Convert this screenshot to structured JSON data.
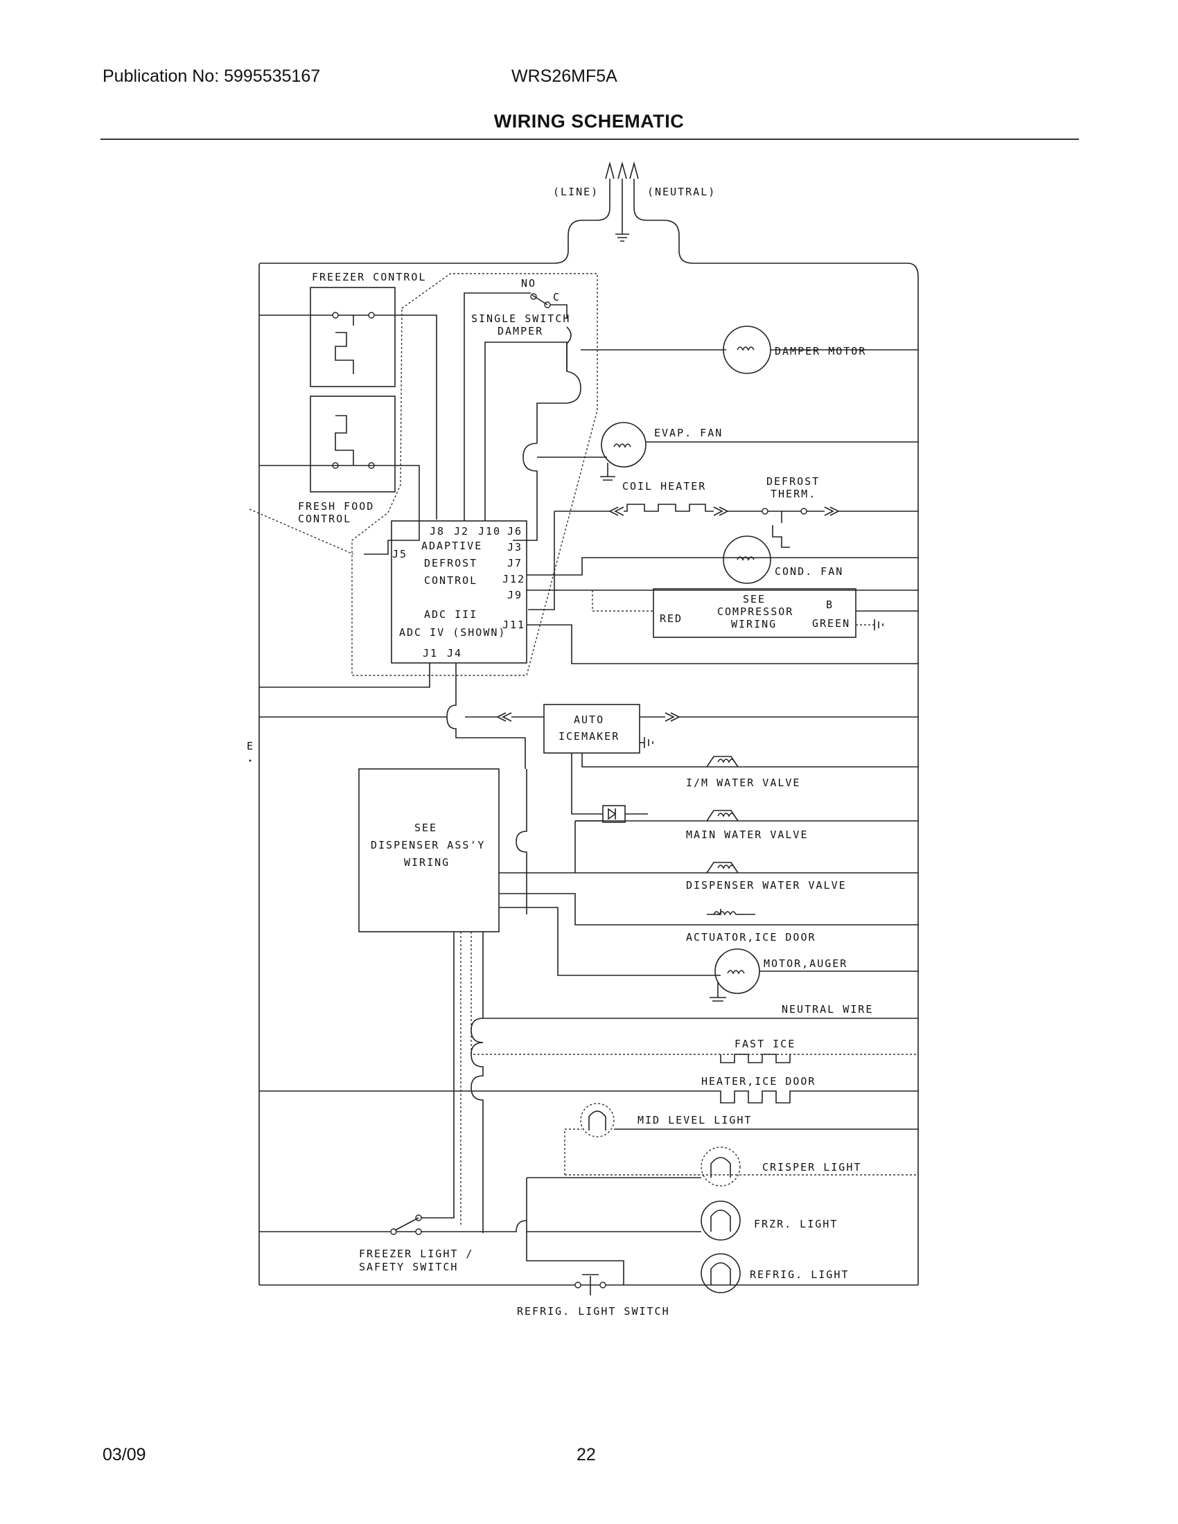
{
  "header": {
    "publication": "Publication No: 5995535167",
    "model": "WRS26MF5A",
    "title": "WIRING SCHEMATIC"
  },
  "footer": {
    "date": "03/09",
    "page": "22"
  },
  "labels": {
    "line": "(LINE)",
    "neutral": "(NEUTRAL)",
    "freezer_control": "FREEZER CONTROL",
    "no": "NO",
    "c": "C",
    "single_switch": "SINGLE SWITCH",
    "damper": "DAMPER",
    "damper_motor": "DAMPER MOTOR",
    "evap_fan": "EVAP. FAN",
    "coil_heater": "COIL HEATER",
    "defrost": "DEFROST",
    "therm": "THERM.",
    "fresh_food": "FRESH FOOD",
    "control": "CONTROL",
    "j8": "J8",
    "j2": "J2",
    "j10": "J10",
    "j6": "J6",
    "j3": "J3",
    "j7": "J7",
    "j12": "J12",
    "j9": "J9",
    "j11": "J11",
    "j5": "J5",
    "j1": "J1",
    "j4": "J4",
    "adaptive": "ADAPTIVE",
    "defrost2": "DEFROST",
    "control2": "CONTROL",
    "adc3": "ADC III",
    "adc4": "ADC IV (SHOWN)",
    "cond_fan": "COND. FAN",
    "see": "SEE",
    "compressor": "COMPRESSOR",
    "wiring": "WIRING",
    "red": "RED",
    "b": "B",
    "green": "GREEN",
    "auto": "AUTO",
    "icemaker": "ICEMAKER",
    "im_valve": "I/M WATER VALVE",
    "see2": "SEE",
    "dispenser_assy": "DISPENSER ASS'Y",
    "wiring2": "WIRING",
    "main_valve": "MAIN WATER VALVE",
    "dispenser_valve": "DISPENSER WATER VALVE",
    "actuator": "ACTUATOR,ICE DOOR",
    "motor_auger": "MOTOR,AUGER",
    "neutral_wire": "NEUTRAL WIRE",
    "fast_ice": "FAST ICE",
    "heater_ice_door": "HEATER,ICE DOOR",
    "mid_light": "MID LEVEL LIGHT",
    "crisper_light": "CRISPER LIGHT",
    "frzr_light": "FRZR. LIGHT",
    "refrig_light": "REFRIG. LIGHT",
    "freezer_light1": "FREEZER LIGHT /",
    "freezer_light2": "SAFETY SWITCH",
    "refrig_switch": "REFRIG. LIGHT SWITCH",
    "e_mark": "E"
  }
}
